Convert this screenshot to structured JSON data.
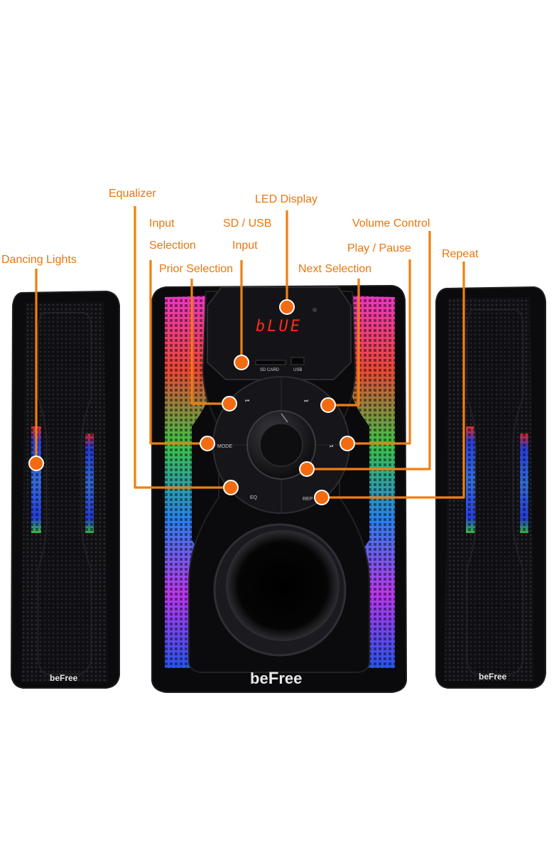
{
  "callouts": {
    "equalizer": "Equalizer",
    "led_display": "LED Display",
    "input_line1": "Input",
    "input_line2": "Selection",
    "sd_usb_line1": "SD / USB",
    "sd_usb_line2": "Input",
    "volume_control": "Volume Control",
    "dancing_lights": "Dancing Lights",
    "play_pause": "Play / Pause",
    "repeat": "Repeat",
    "prior_selection": "Prior Selection",
    "next_selection": "Next Selection"
  },
  "device": {
    "led_readout": "bLUE",
    "sd_card_label": "SD CARD",
    "usb_label": "USB",
    "mode_label": "MODE",
    "eq_label": "EQ",
    "rep_label": "REP",
    "prev_icon": "⏮",
    "next_icon": "⏭",
    "play_pause_icon": "⏯",
    "brand": "beFree",
    "brand_main_be": "be",
    "brand_main_f": "F",
    "brand_main_ree": "ree"
  },
  "colors": {
    "callout": "#e8760e",
    "leader": "#f07f12",
    "dot": "#f36b10",
    "led": "#ff2a1a",
    "speaker_body": "#0b0b0d"
  },
  "icons": [
    "previous-track-icon",
    "next-track-icon",
    "play-pause-icon"
  ]
}
